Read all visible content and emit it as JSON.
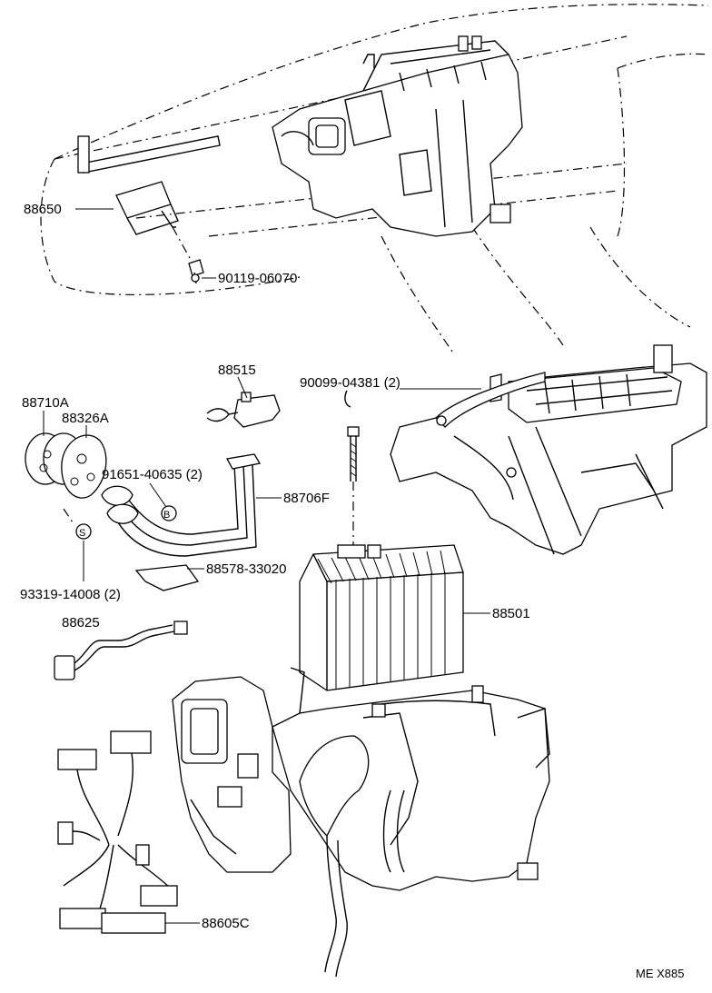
{
  "labels": {
    "p88650": "88650",
    "p90119": "90119-06070",
    "p88515": "88515",
    "p90099": "90099-04381 (2)",
    "p88710A": "88710A",
    "p88326A": "88326A",
    "p91651": "91651-40635 (2)",
    "p88706F": "88706F",
    "p88578": "88578-33020",
    "p93319": "93319-14008 (2)",
    "p88625": "88625",
    "p88501": "88501",
    "p88605C": "88605C",
    "markB": "B",
    "markS": "S",
    "code": "ME X885"
  }
}
